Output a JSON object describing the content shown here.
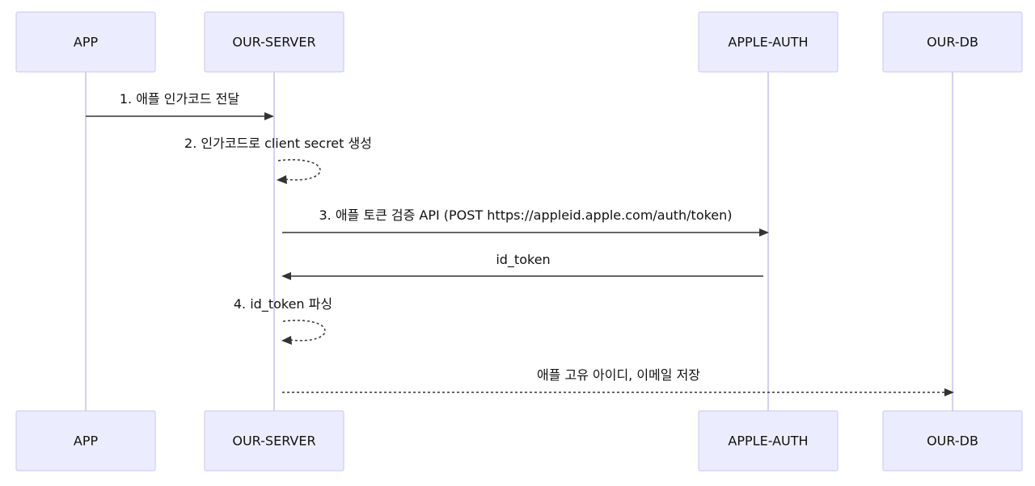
{
  "actors": [
    {
      "id": "app",
      "label": "APP"
    },
    {
      "id": "server",
      "label": "OUR-SERVER"
    },
    {
      "id": "apple",
      "label": "APPLE-AUTH"
    },
    {
      "id": "db",
      "label": "OUR-DB"
    }
  ],
  "messages": [
    {
      "from": "app",
      "to": "server",
      "label": "1. 애플 인가코드 전달",
      "style": "solid"
    },
    {
      "from": "server",
      "to": "server",
      "label": "2. 인가코드로 client secret 생성",
      "style": "dashed"
    },
    {
      "from": "server",
      "to": "apple",
      "label": "3. 애플 토큰 검증 API (POST https://appleid.apple.com/auth/token)",
      "style": "solid"
    },
    {
      "from": "apple",
      "to": "server",
      "label": "id_token",
      "style": "solid"
    },
    {
      "from": "server",
      "to": "server",
      "label": "4. id_token 파싱",
      "style": "dashed"
    },
    {
      "from": "server",
      "to": "db",
      "label": "애플 고유 아이디, 이메일 저장",
      "style": "dashed"
    }
  ]
}
